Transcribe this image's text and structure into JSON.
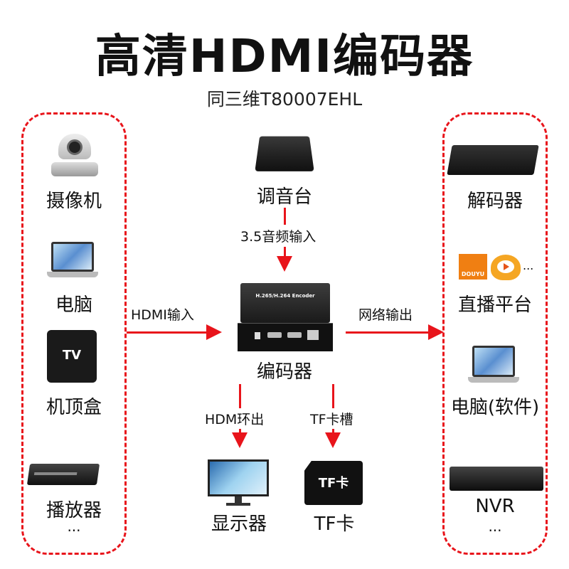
{
  "header": {
    "title": "高清HDMI编码器",
    "model": "同三维T80007EHL"
  },
  "inputs": {
    "items": [
      {
        "label": "摄像机",
        "icon": "camera-icon"
      },
      {
        "label": "电脑",
        "icon": "laptop-icon"
      },
      {
        "label": "机顶盒",
        "icon": "tv-box-icon",
        "icon_text": "TV"
      },
      {
        "label": "播放器",
        "icon": "player-icon"
      }
    ],
    "more": "..."
  },
  "outputs": {
    "items": [
      {
        "label": "解码器",
        "icon": "decoder-icon"
      },
      {
        "label": "直播平台",
        "icon": "live-platform-icon",
        "icon_text": "DOUYU",
        "more": "..."
      },
      {
        "label": "电脑(软件)",
        "icon": "laptop-icon"
      },
      {
        "label": "NVR",
        "icon": "nvr-icon"
      }
    ],
    "more": "..."
  },
  "center": {
    "mixer": "调音台",
    "audio_in": "3.5音频输入",
    "encoder": "编码器",
    "encoder_face": "H.265/H.264 Encoder",
    "hdmi_in": "HDMI输入",
    "net_out": "网络输出",
    "hdmi_loop": "HDM环出",
    "tf_slot": "TF卡槽",
    "monitor": "显示器",
    "tf_card": "TF卡",
    "tf_card_face": "TF卡"
  },
  "colors": {
    "accent": "#e8141b"
  }
}
